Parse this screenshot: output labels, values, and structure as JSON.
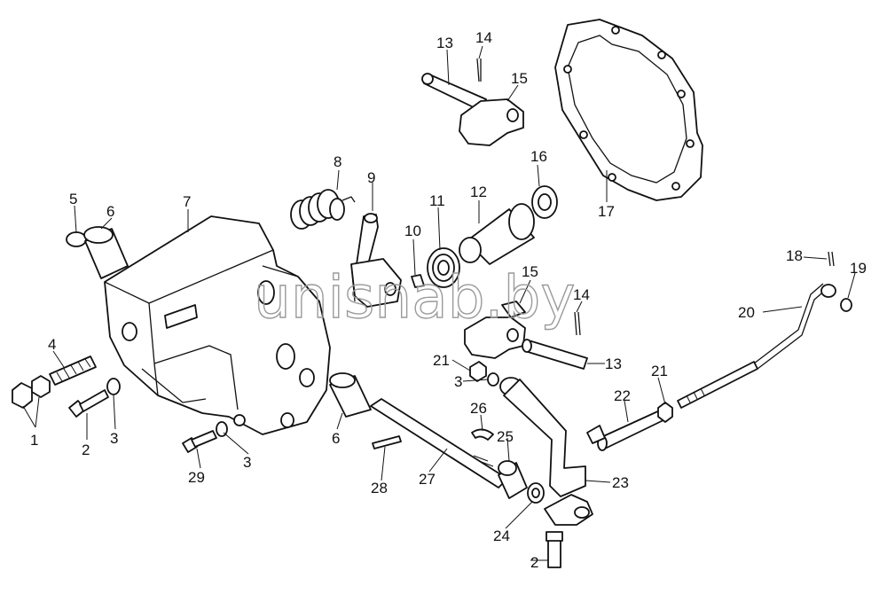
{
  "watermark": "unisnab.by",
  "callouts": [
    "1",
    "2",
    "3",
    "4",
    "5",
    "6",
    "7",
    "8",
    "9",
    "10",
    "11",
    "12",
    "13",
    "14",
    "15",
    "16",
    "17",
    "18",
    "19",
    "20",
    "21",
    "22",
    "23",
    "24",
    "25",
    "26",
    "27",
    "28",
    "29"
  ]
}
